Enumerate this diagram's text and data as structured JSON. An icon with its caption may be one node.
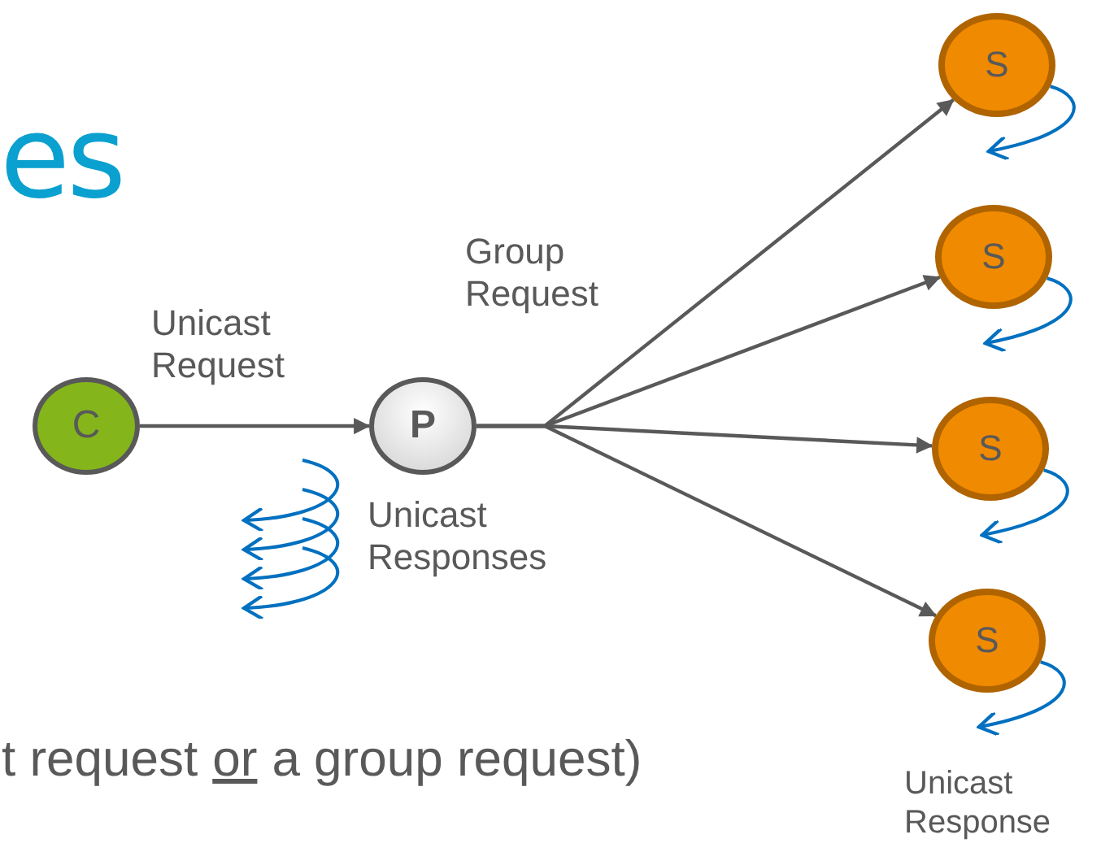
{
  "diagram": {
    "title": "es",
    "nodes": [
      {
        "text": [
          "C"
        ]
      },
      {
        "text": [
          "P"
        ]
      },
      {
        "text": [
          "S"
        ]
      },
      {
        "text": [
          "S"
        ]
      },
      {
        "text": [
          "S"
        ]
      },
      {
        "text": [
          "S"
        ]
      }
    ],
    "edges": [
      {
        "from": 0,
        "to": 1,
        "arrow": "to",
        "label": "Unicast Request"
      },
      {
        "from": 1,
        "to": 2,
        "arrow": "to"
      },
      {
        "from": 1,
        "to": 3,
        "arrow": "to"
      },
      {
        "from": 1,
        "to": 4,
        "arrow": "to"
      },
      {
        "from": 1,
        "to": 5,
        "arrow": "to"
      },
      {
        "from": 2,
        "to": null,
        "arrow": "to",
        "color": "#0070c0"
      },
      {
        "from": 3,
        "to": null,
        "arrow": "to",
        "color": "#0070c0"
      },
      {
        "from": 4,
        "to": null,
        "arrow": "to",
        "color": "#0070c0"
      },
      {
        "from": 5,
        "to": null,
        "arrow": "to",
        "color": "#0070c0"
      }
    ],
    "labels": [
      "Group Request",
      "Unicast Responses",
      "Unicast Response",
      "t request",
      "or",
      "a group request)"
    ]
  }
}
